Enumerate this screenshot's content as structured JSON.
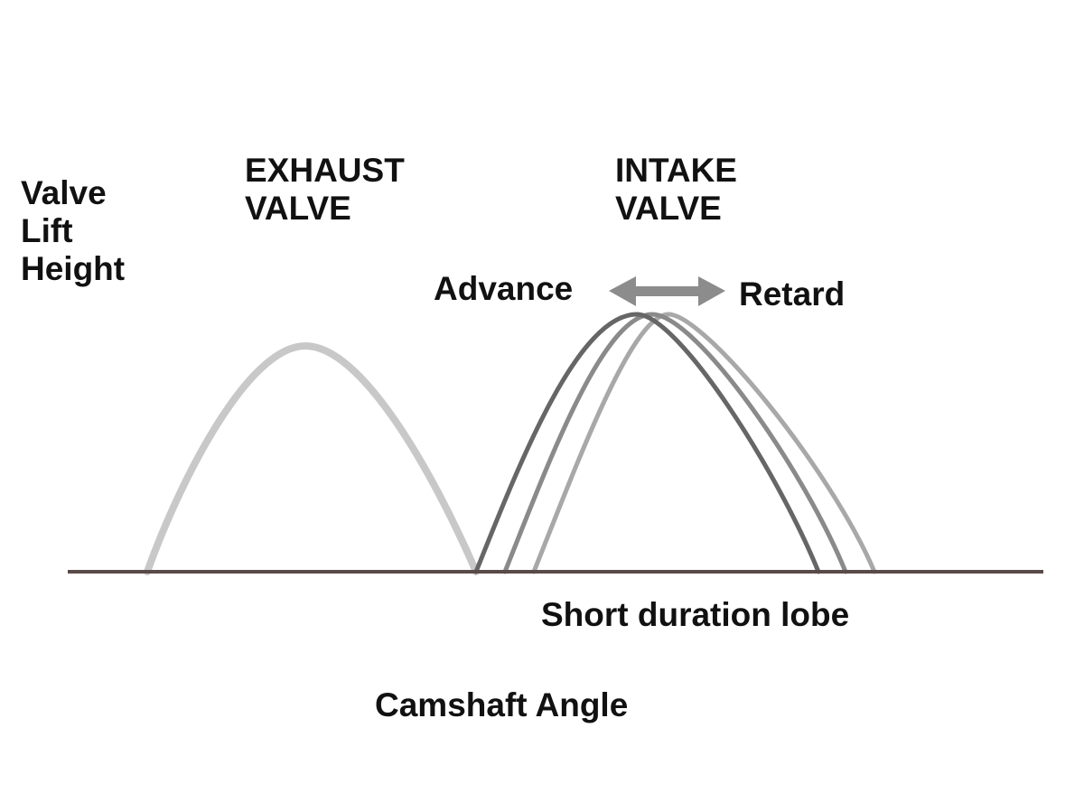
{
  "y_axis_label_lines": [
    "Valve",
    "Lift",
    "Height"
  ],
  "exhaust_label_lines": [
    "EXHAUST",
    "VALVE"
  ],
  "intake_label_lines": [
    "INTAKE",
    "VALVE"
  ],
  "advance_label": "Advance",
  "retard_label": "Retard",
  "lobe_label": "Short duration lobe",
  "x_axis_label": "Camshaft Angle",
  "colors": {
    "baseline": "#5a4a48",
    "exhaust_curve": "#c8c8c8",
    "intake_advanced": "#666666",
    "intake_nominal": "#8a8a8a",
    "intake_retarded": "#a8a8a8",
    "arrow": "#8c8c8c",
    "text": "#111111"
  }
}
